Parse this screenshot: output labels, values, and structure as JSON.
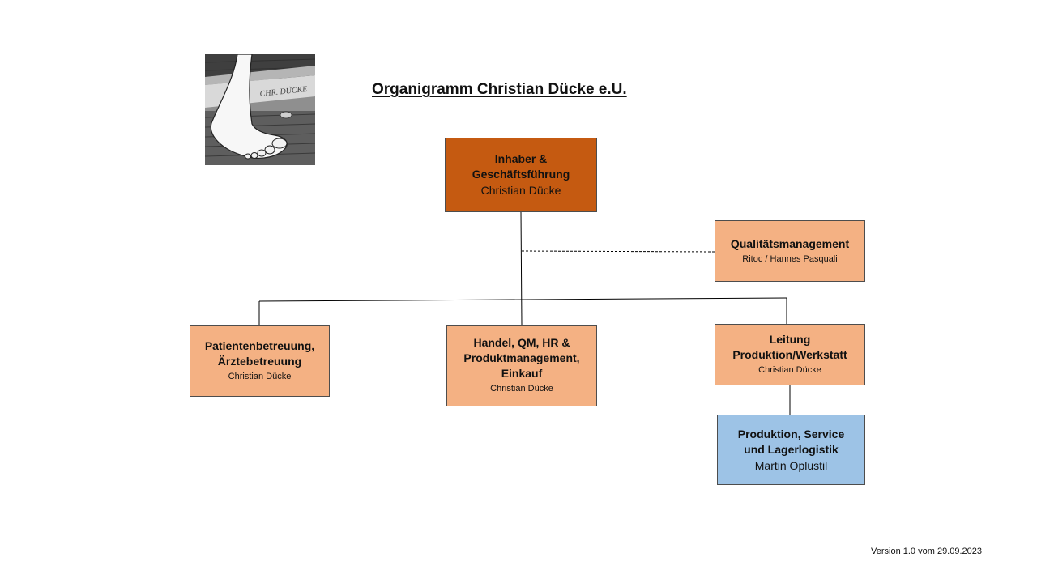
{
  "title": "Organigramm Christian Dücke e.U.",
  "logo": {
    "icon": "foot-sketch-icon",
    "signature": "CHR. DÜCKE"
  },
  "owner": {
    "role": "Inhaber &\nGeschäftsführung",
    "person": "Christian Dücke"
  },
  "quality": {
    "role": "Qualitätsmanagement",
    "person": "Ritoc / Hannes Pasquali"
  },
  "patient": {
    "role": "Patientenbetreuung,\nÄrztebetreuung",
    "person": "Christian Dücke"
  },
  "trade": {
    "role": "Handel, QM, HR &\nProduktmanagement,\nEinkauf",
    "person": "Christian Dücke"
  },
  "production_lead": {
    "role": "Leitung\nProduktion/Werkstatt",
    "person": "Christian Dücke"
  },
  "production": {
    "role": "Produktion, Service\nund Lagerlogistik",
    "person": "Martin Oplustil"
  },
  "version": "Version 1.0 vom 29.09.2023",
  "colors": {
    "owner": "#c55a11",
    "department": "#f4b183",
    "staff": "#9dc3e6",
    "border": "#4d4d4d"
  }
}
